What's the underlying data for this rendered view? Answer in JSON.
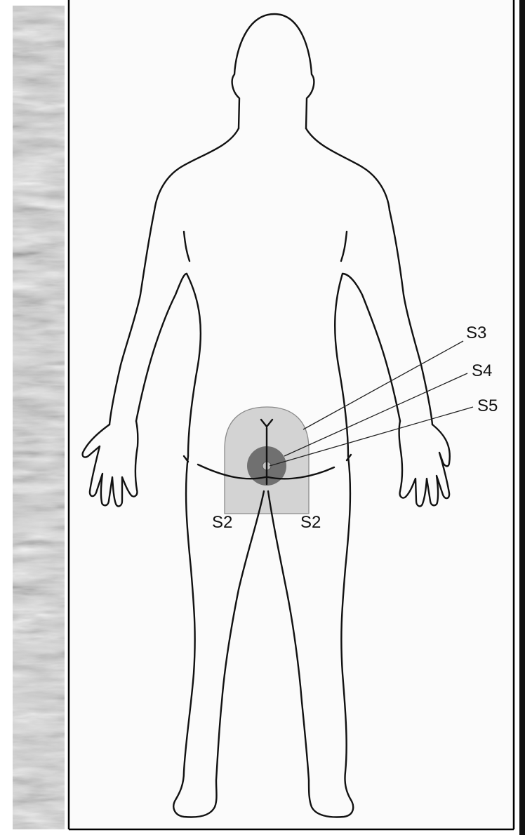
{
  "labels": {
    "s3": "S3",
    "s4": "S4",
    "s5": "S5",
    "s2_left": "S2",
    "s2_right": "S2"
  },
  "colors": {
    "s3_zone": "#d3d3d3",
    "s4_zone": "#707070",
    "s5_zone": "#c4c4c4",
    "outline": "#111111",
    "panel_border": "#000000",
    "marble_base": "#cfcfcf"
  },
  "icons": {
    "figure": "human-body-posterior-outline",
    "texture": "marble-texture-strip"
  }
}
